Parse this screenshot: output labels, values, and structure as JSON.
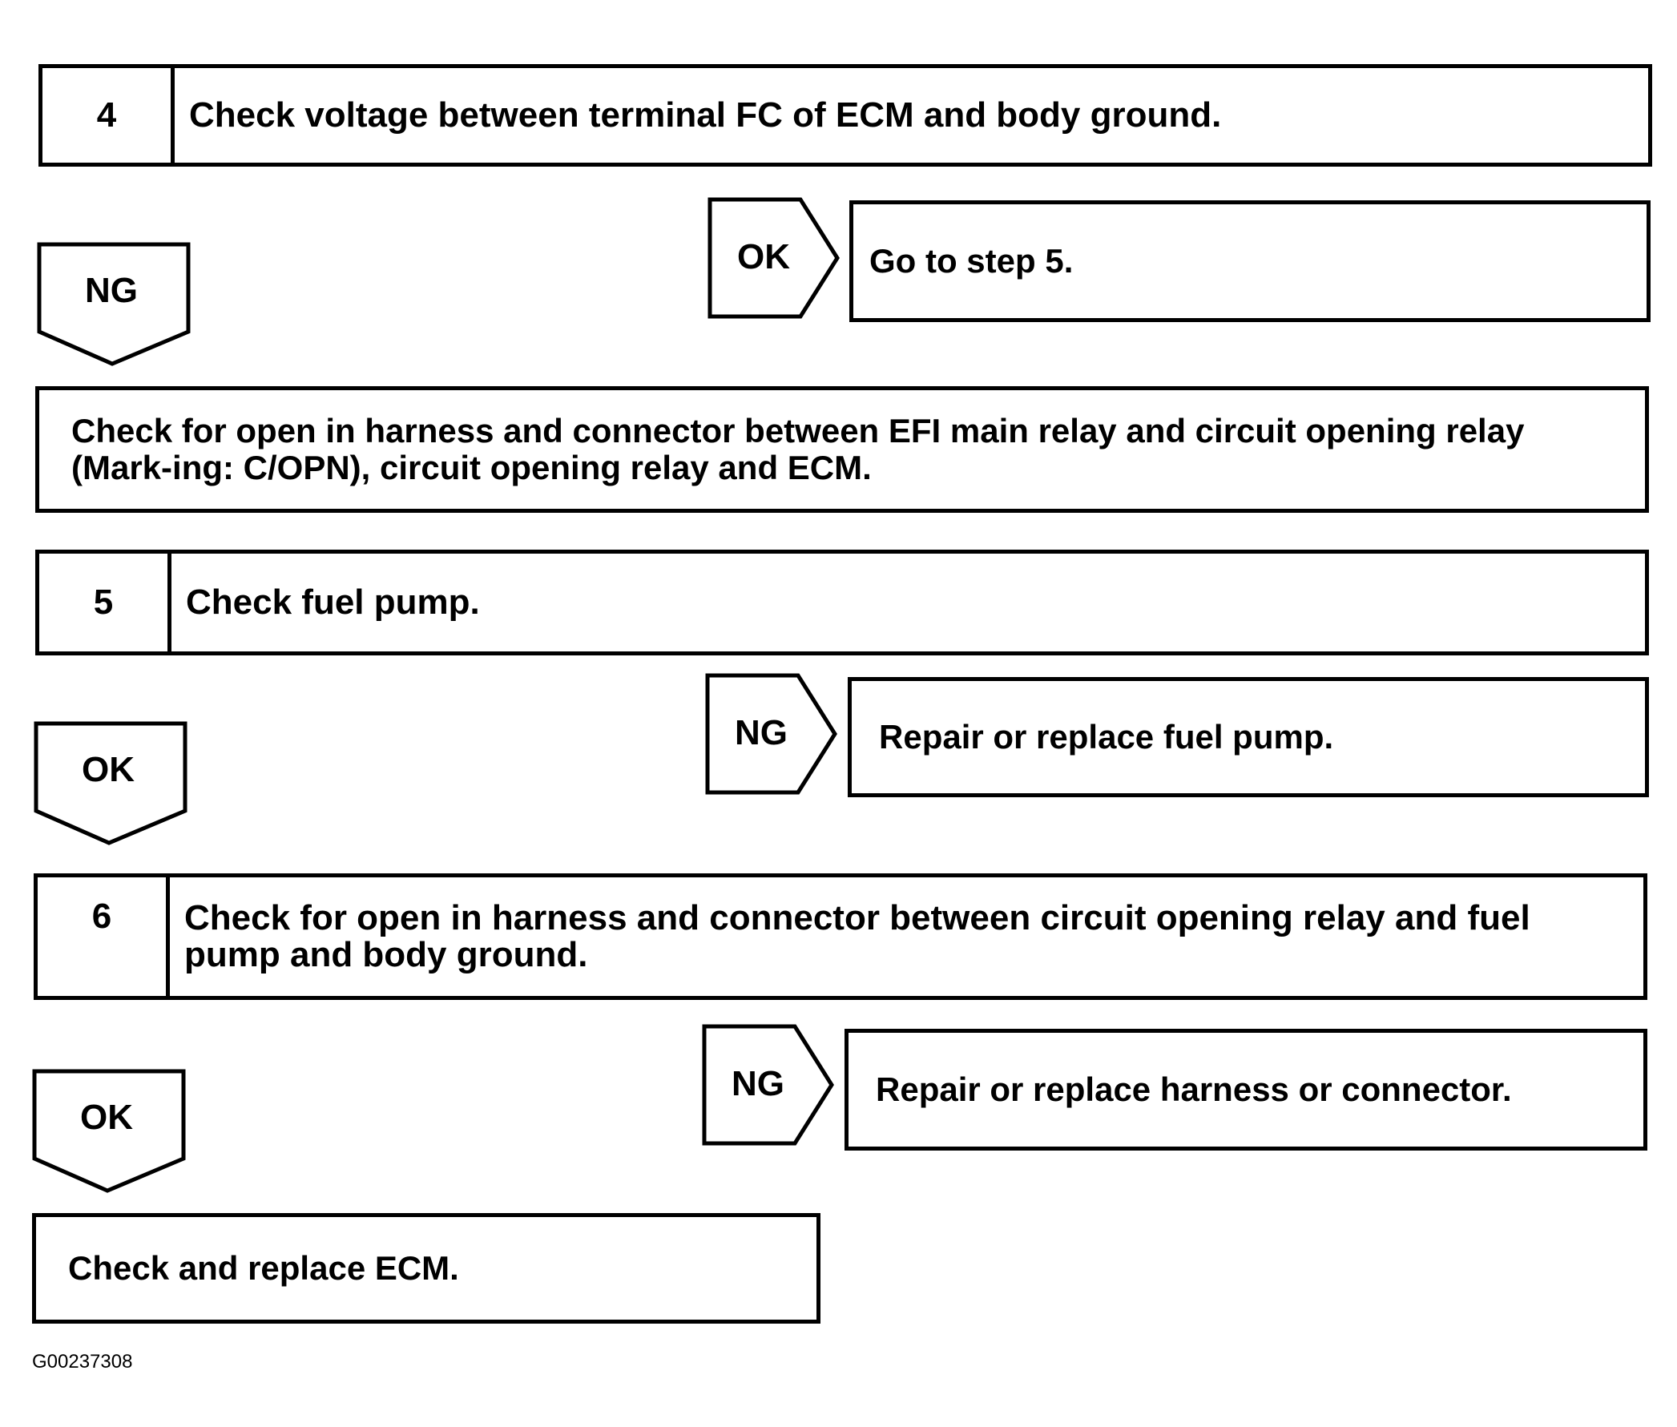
{
  "steps": [
    {
      "number": "4",
      "text": "Check voltage between terminal FC of ECM and body ground."
    },
    {
      "number": "5",
      "text": "Check fuel pump."
    },
    {
      "number": "6",
      "text": "Check for open in harness and connector between circuit opening relay and fuel pump and body ground."
    }
  ],
  "branches": {
    "s4_ok_label": "OK",
    "s4_ok_action": "Go to step 5.",
    "s4_ng_label": "NG",
    "s4_ng_action": "Check for open in harness and connector between EFI main relay and circuit opening relay (Mark-ing: C/OPN), circuit opening relay and ECM.",
    "s5_ng_label": "NG",
    "s5_ng_action": "Repair or replace fuel pump.",
    "s5_ok_label": "OK",
    "s6_ng_label": "NG",
    "s6_ng_action": "Repair or replace harness or connector.",
    "s6_ok_label": "OK",
    "s6_ok_action": "Check and replace ECM."
  },
  "figure_id": "G00237308"
}
